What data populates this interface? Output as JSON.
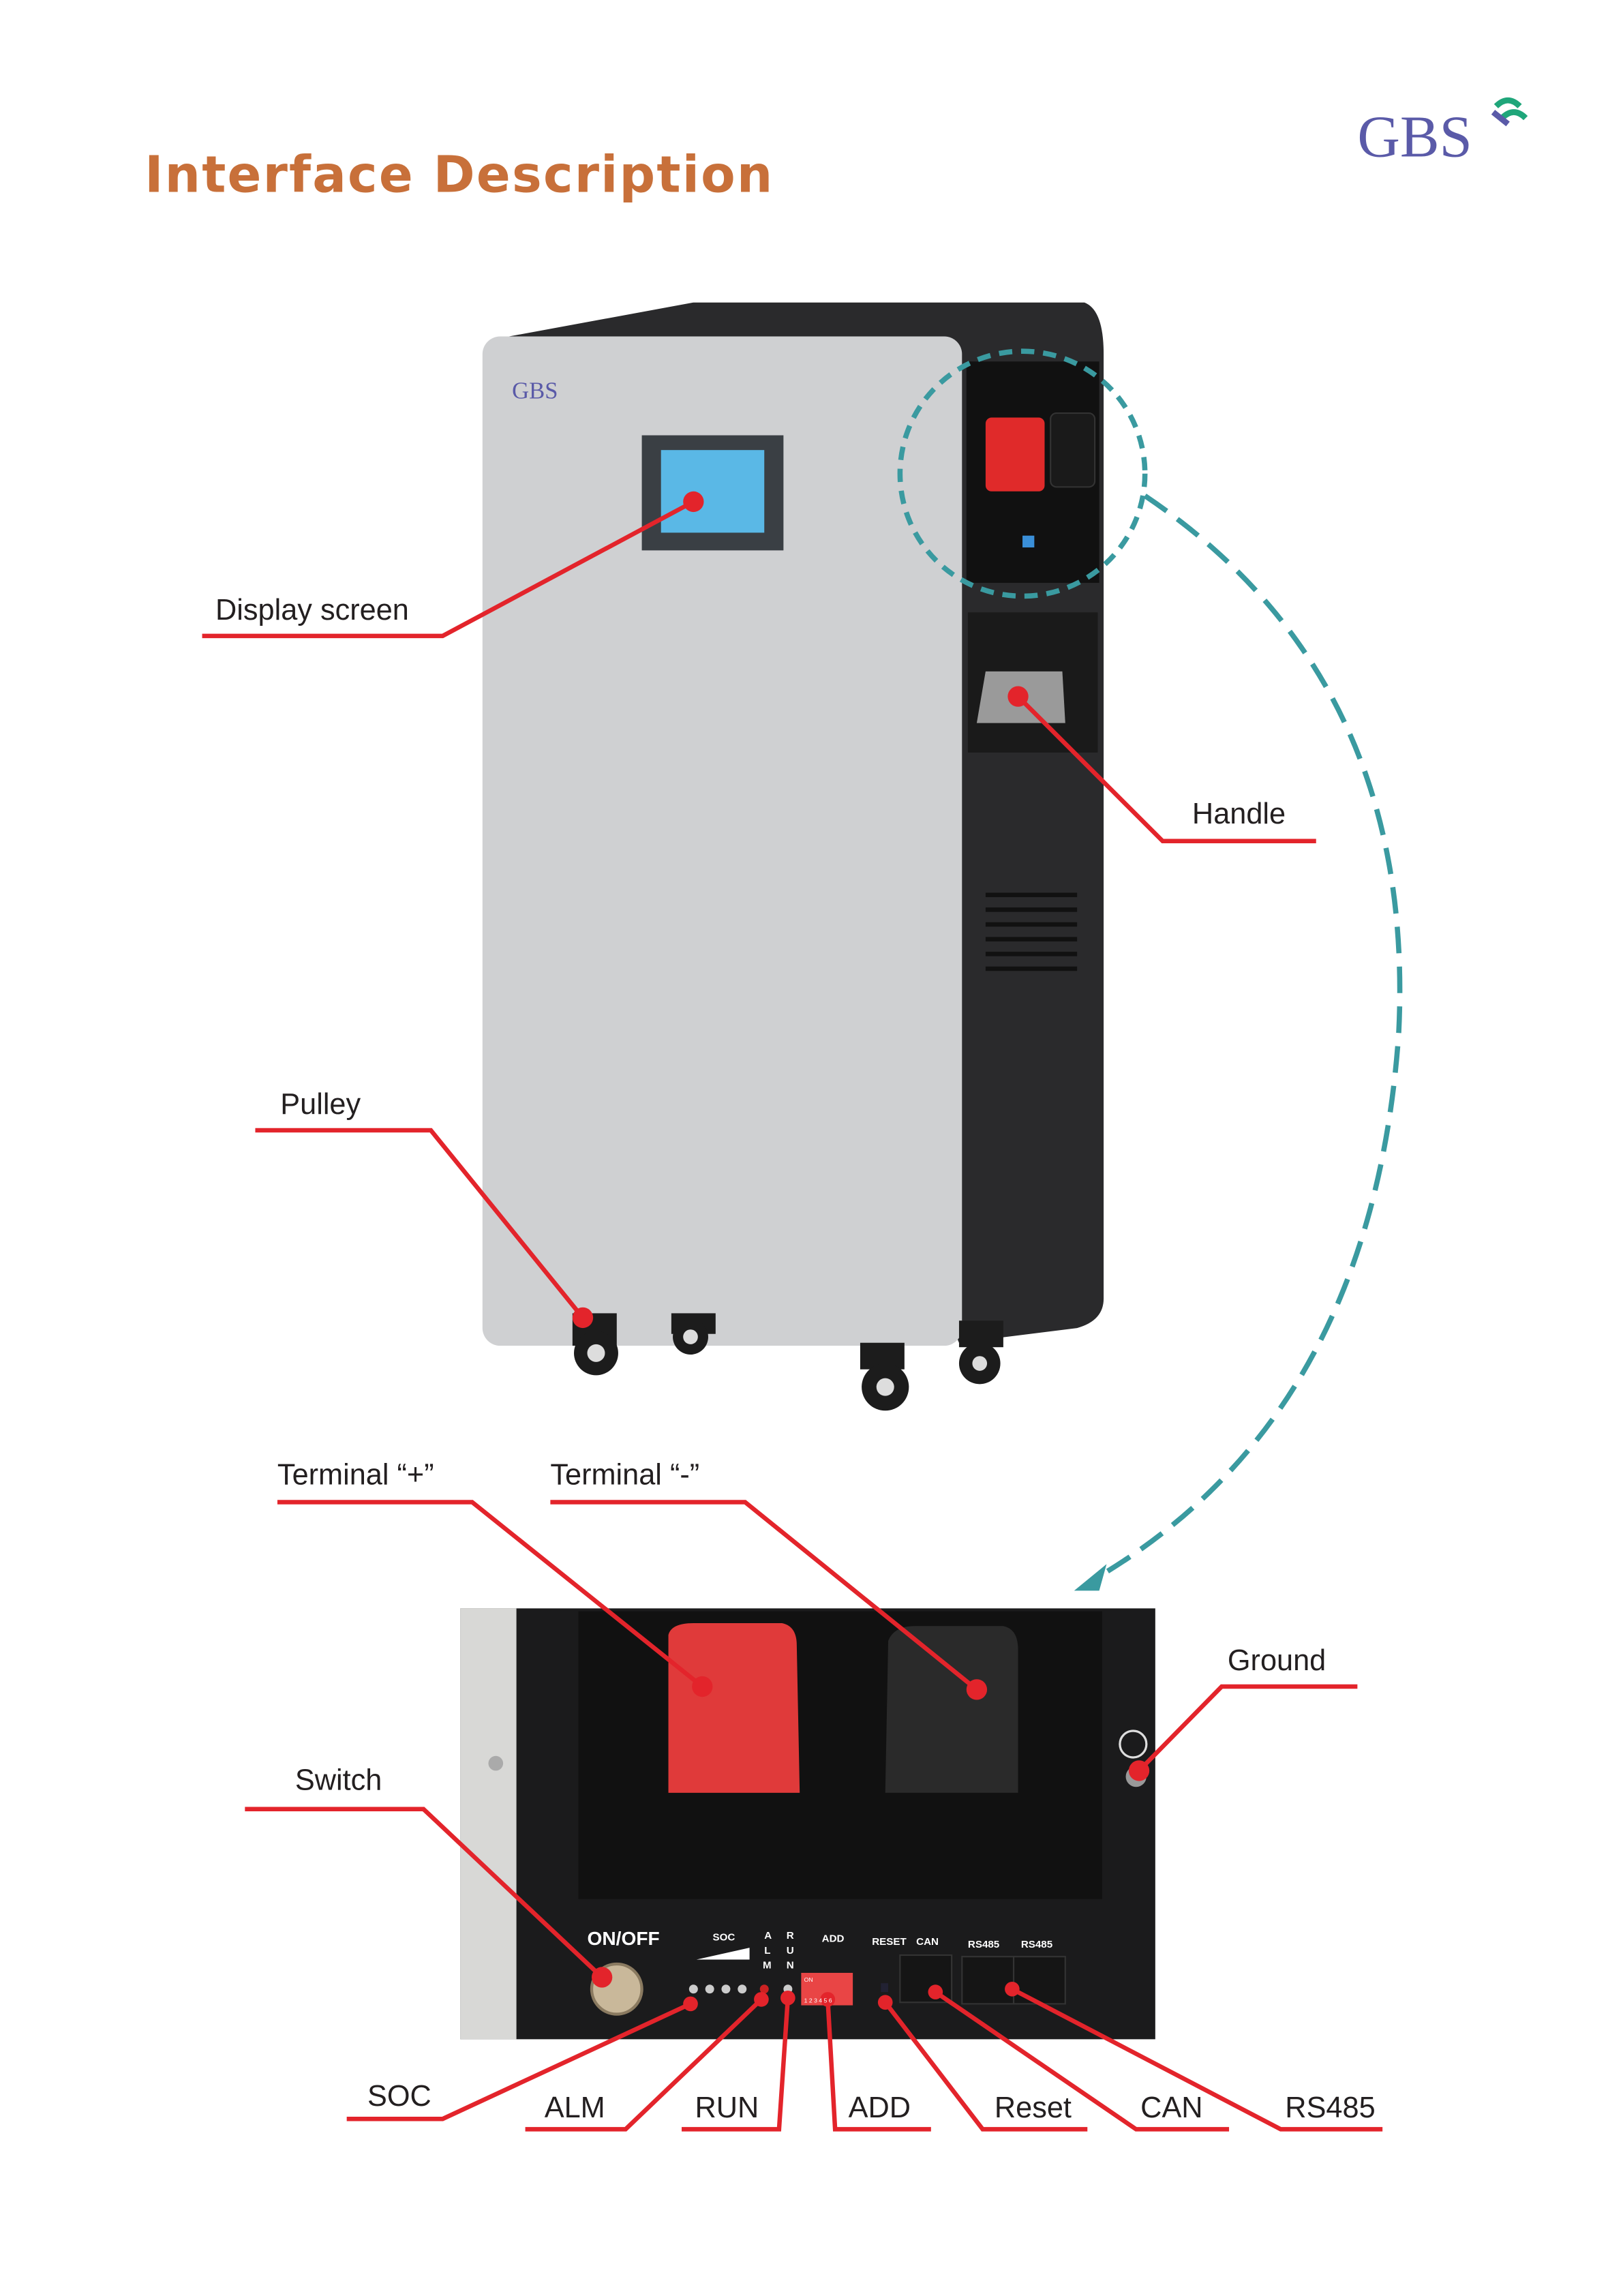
{
  "header": {
    "title": "Interface Description",
    "logo_text": "GBS"
  },
  "device": {
    "logo_text": "GBS"
  },
  "callouts": {
    "display_screen": "Display screen",
    "handle": "Handle",
    "pulley": "Pulley",
    "terminal_plus": "Terminal “+”",
    "terminal_minus": "Terminal “-”",
    "ground": "Ground",
    "switch": "Switch",
    "soc": "SOC",
    "alm": "ALM",
    "run": "RUN",
    "add": "ADD",
    "reset": "Reset",
    "can": "CAN",
    "rs485": "RS485"
  },
  "panel": {
    "on_off": "ON/OFF",
    "soc": "SOC",
    "alm": [
      "A",
      "L",
      "M"
    ],
    "run": [
      "R",
      "U",
      "N"
    ],
    "add": "ADD",
    "reset": "RESET",
    "can": "CAN",
    "rs485_1": "RS485",
    "rs485_2": "RS485",
    "dip_on": "ON",
    "dip_numbers": "1 2 3 4 5 6"
  },
  "colors": {
    "title": "#c8703a",
    "leader": "#e3242b",
    "dashed": "#3a9aa0",
    "logo": "#5a5aa8",
    "logo_accent": "#1fa67a"
  }
}
